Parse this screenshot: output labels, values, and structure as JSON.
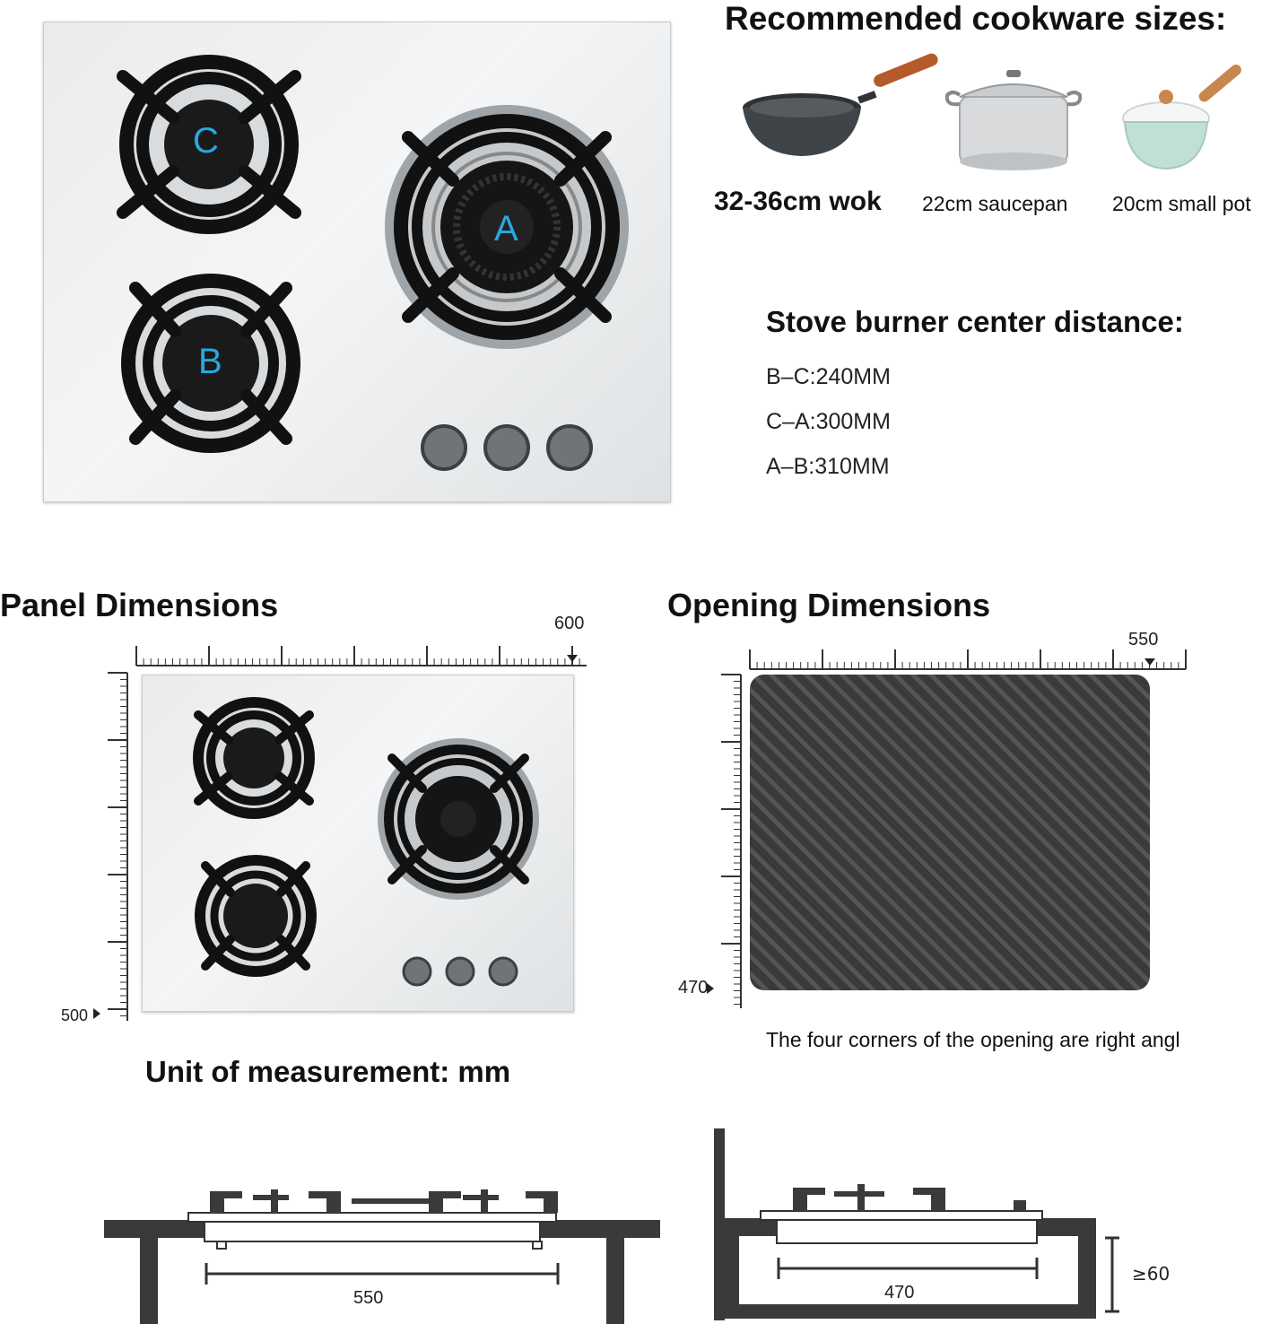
{
  "cookware": {
    "title": "Recommended cookware sizes:",
    "items": [
      {
        "label": "32-36cm wok"
      },
      {
        "label": "22cm saucepan"
      },
      {
        "label": "20cm small pot"
      }
    ]
  },
  "burners": {
    "labels": [
      "C",
      "A",
      "B"
    ],
    "label_color": "#29a8e0",
    "distance_title": "Stove burner center distance:",
    "distances": [
      "B–C:240MM",
      "C–A:300MM",
      "A–B:310MM"
    ]
  },
  "panel_dimensions": {
    "title": "Panel Dimensions",
    "width_label": "600",
    "height_label": "500"
  },
  "opening_dimensions": {
    "title": "Opening Dimensions",
    "width_label": "550",
    "height_label": "470",
    "note": "The four corners of the opening are right angl"
  },
  "unit": "Unit of measurement: mm",
  "side_views": {
    "front_width": "550",
    "side_depth": "470",
    "min_height": "≥60"
  }
}
